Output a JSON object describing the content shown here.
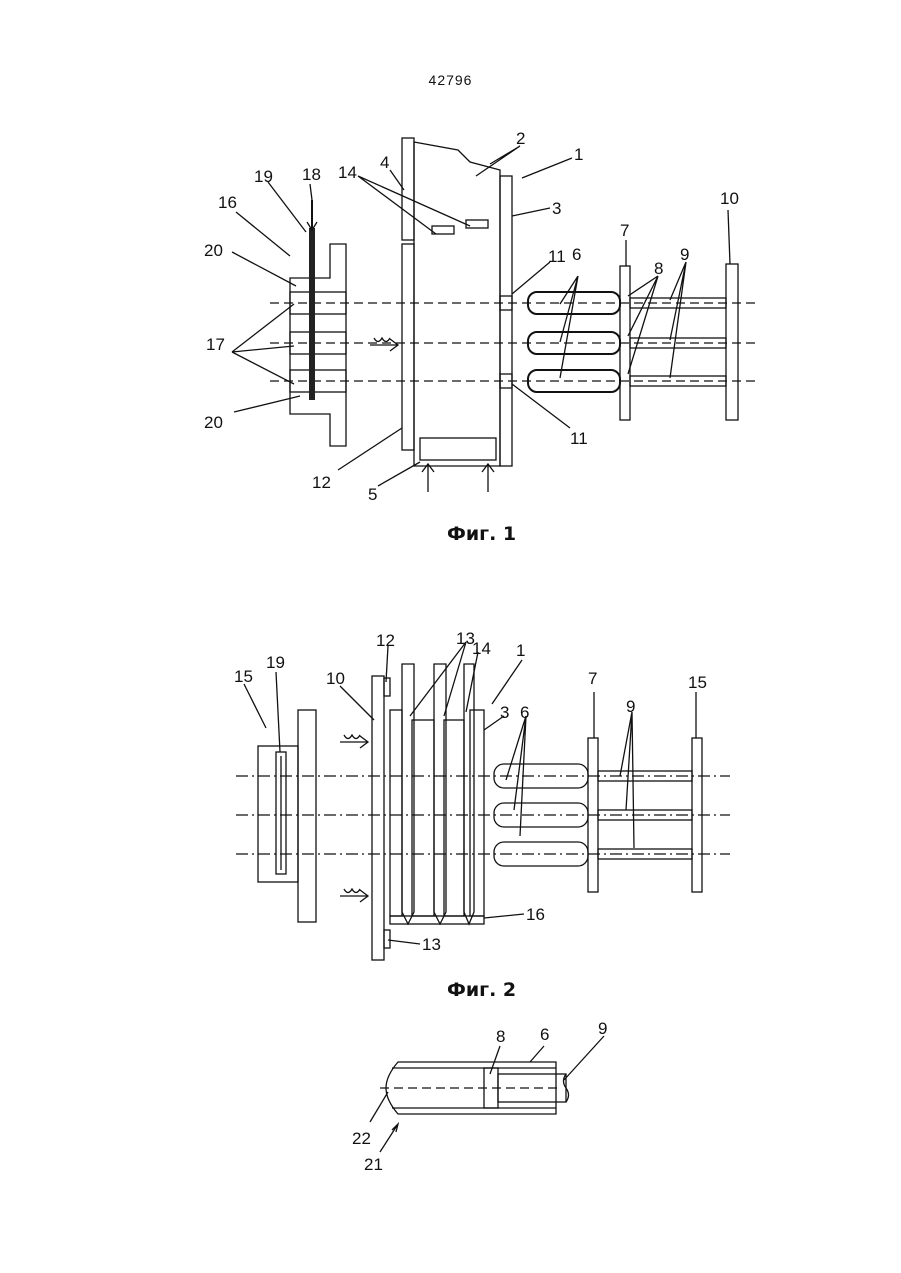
{
  "document": {
    "page_number": "42796",
    "figures": [
      {
        "caption": "Фиг. 1",
        "labels": [
          "1",
          "2",
          "3",
          "4",
          "5",
          "6",
          "7",
          "8",
          "9",
          "10",
          "11",
          "11",
          "12",
          "14",
          "16",
          "17",
          "18",
          "19",
          "20",
          "20"
        ]
      },
      {
        "caption": "Фиг. 2",
        "labels": [
          "1",
          "3",
          "6",
          "7",
          "9",
          "10",
          "12",
          "13",
          "13",
          "14",
          "15",
          "15",
          "16",
          "19"
        ]
      },
      {
        "caption": "",
        "labels": [
          "6",
          "8",
          "9",
          "21",
          "22"
        ]
      }
    ]
  }
}
